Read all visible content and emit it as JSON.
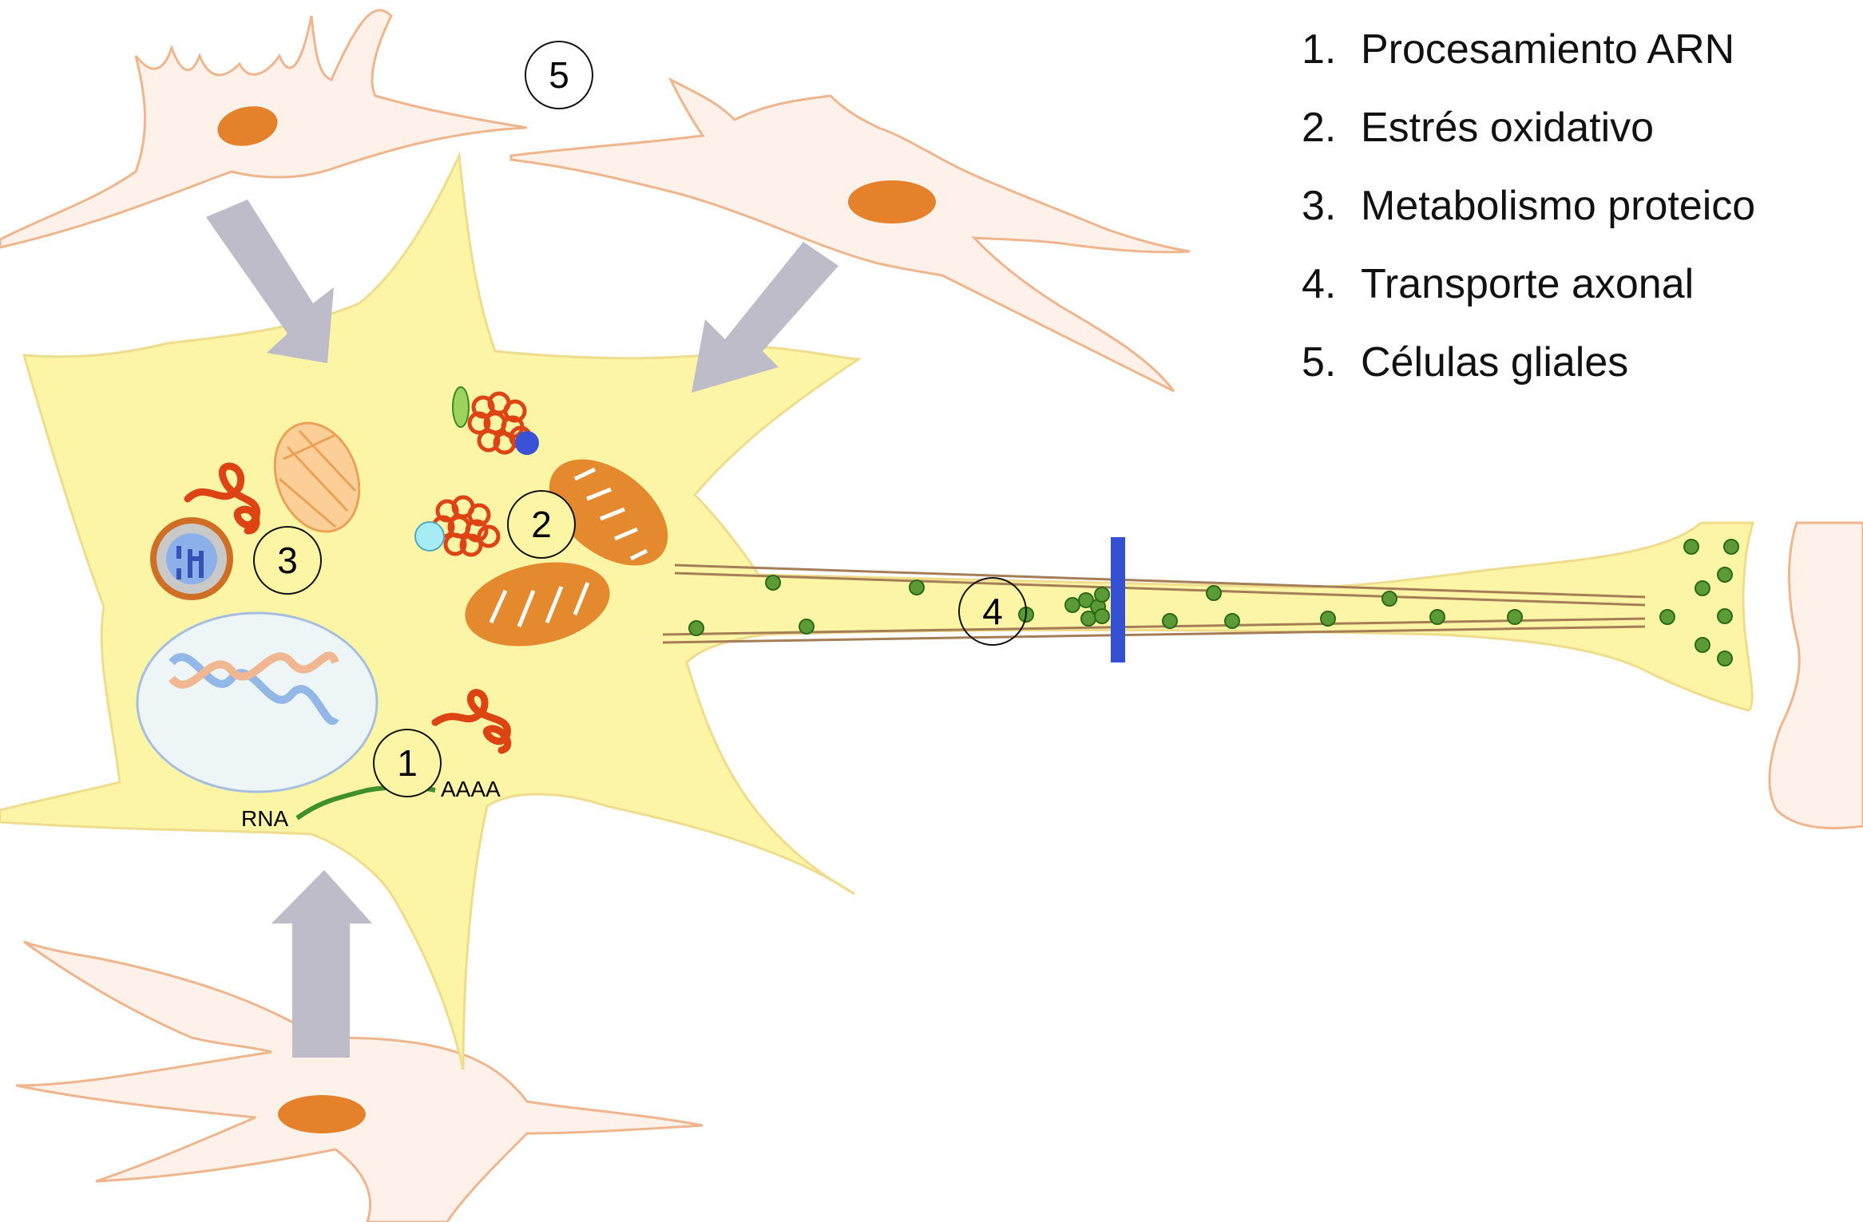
{
  "colors": {
    "neuron_fill": "#fcf5a6",
    "neuron_stroke": "#efdc8d",
    "glia_fill": "#fdf1e9",
    "glia_stroke": "#efb58c",
    "glia_nucleus": "#e5802b",
    "arrow": "#bdbcc8",
    "mitochondria": "#e5892f",
    "protein": "#de4314",
    "vesicle": "#5c9a36",
    "myelin_band": "#3550d3",
    "rna_strand": "#3f8f2a"
  },
  "legend": {
    "items": [
      {
        "num": "1.",
        "label": "Procesamiento ARN"
      },
      {
        "num": "2.",
        "label": "Estrés oxidativo"
      },
      {
        "num": "3.",
        "label": "Metabolismo proteico"
      },
      {
        "num": "4.",
        "label": "Transporte axonal"
      },
      {
        "num": "5.",
        "label": "Células gliales"
      }
    ]
  },
  "markers": [
    "1",
    "2",
    "3",
    "4",
    "5"
  ],
  "rna": {
    "start_label": "RNA",
    "end_label": "AAAA"
  }
}
